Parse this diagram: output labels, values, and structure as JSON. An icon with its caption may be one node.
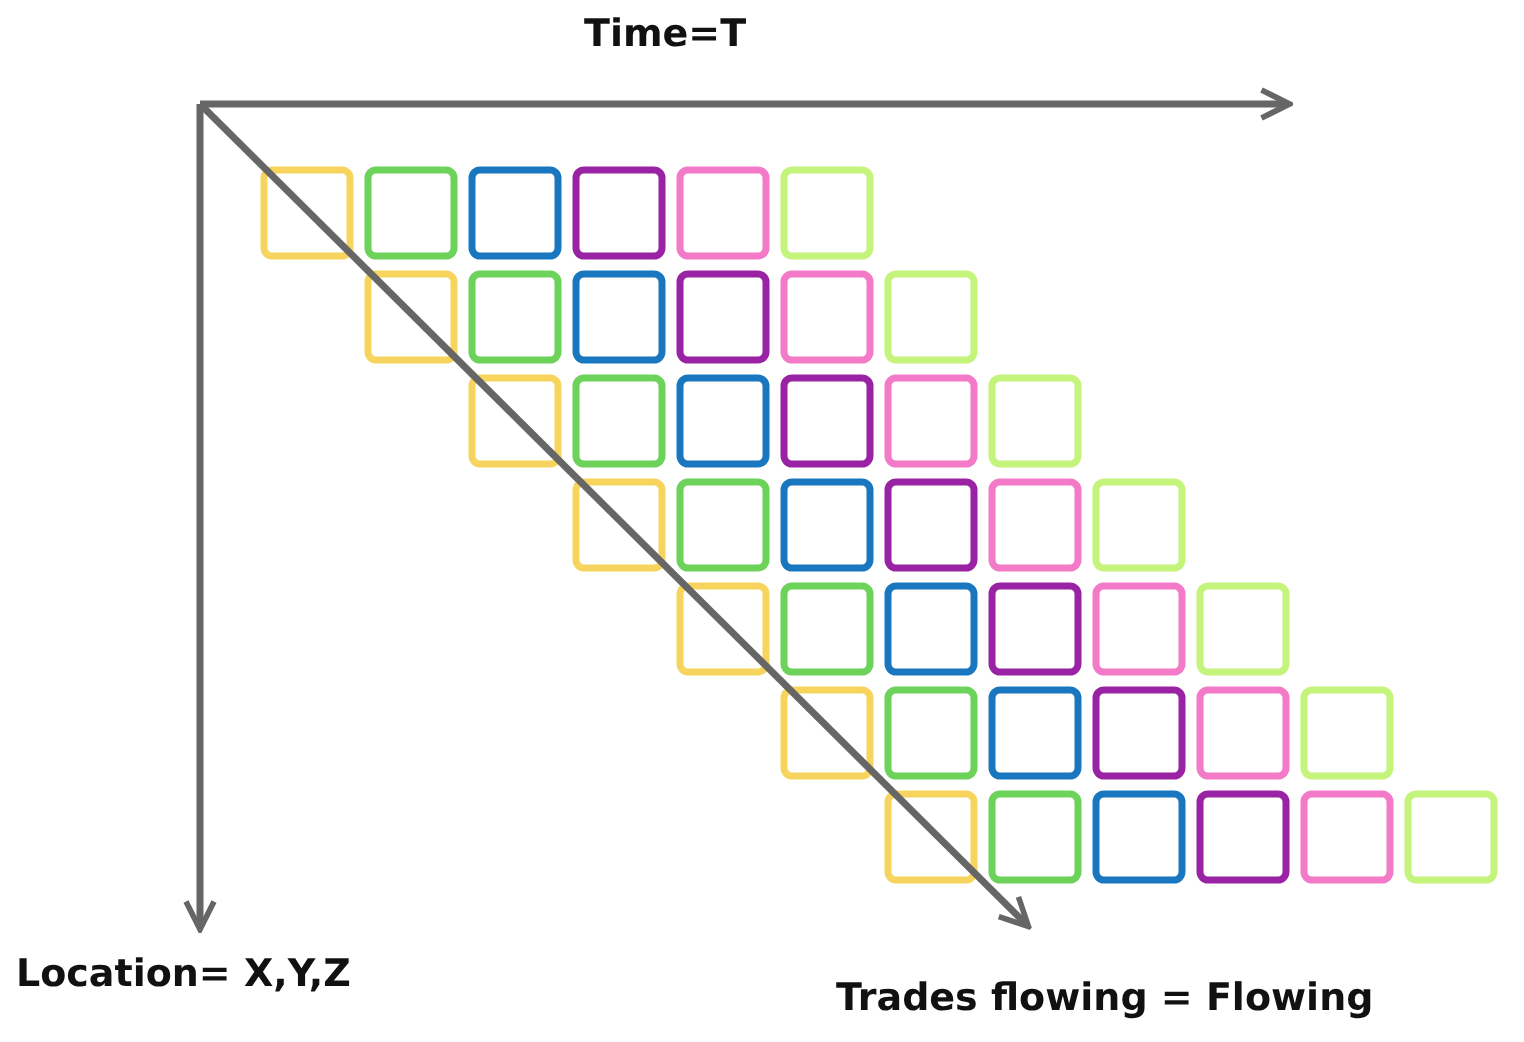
{
  "diagram": {
    "labels": [
      "Time=T",
      "Location= X,Y,Z",
      "Trades flowing = Flowing"
    ]
  }
}
